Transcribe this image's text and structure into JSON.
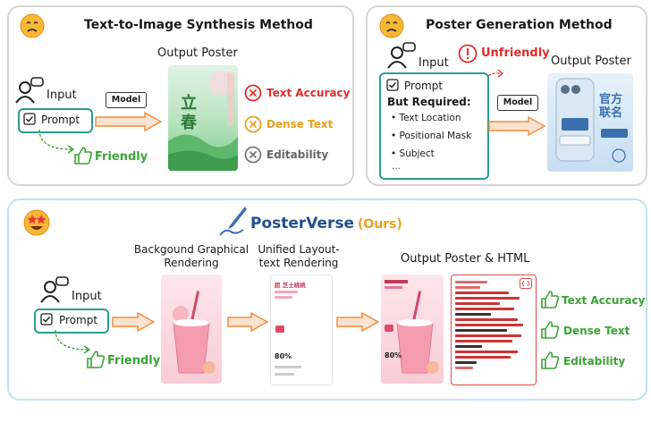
{
  "panel_top_left": {
    "title": "Text-to-Image Synthesis Method",
    "input_label": "Input",
    "prompt_label": "Prompt",
    "model_label": "Model",
    "output_label": "Output Poster",
    "friendly_label": "Friendly",
    "poster_text": "立\n春",
    "issues": [
      "Text Accuracy",
      "Dense Text",
      "Editability"
    ]
  },
  "panel_top_right": {
    "title": "Poster Generation Method",
    "input_label": "Input",
    "unfriendly_label": "Unfriendly",
    "prompt_label": "Prompt",
    "but_required": "But Required:",
    "requirements": [
      "Text Location",
      "Positional Mask",
      "Subject",
      "..."
    ],
    "model_label": "Model",
    "output_label": "Output Poster",
    "poster_text": "官方\n联名"
  },
  "panel_bottom": {
    "title": "PosterVerse",
    "ours": "(Ours)",
    "input_label": "Input",
    "prompt_label": "Prompt",
    "friendly_label": "Friendly",
    "step1_label": "Backgound Graphical\nRendering",
    "step2_label": "Unified Layout-\ntext Rendering",
    "output_label": "Output Poster & HTML",
    "poster_big_text": "80%",
    "poster_title": "超 芝士桃桃",
    "benefits": [
      "Text Accuracy",
      "Dense Text",
      "Editability"
    ]
  },
  "colors": {
    "teal": "#2a9d8f",
    "green": "#3aa335",
    "red": "#e02c2c",
    "orange": "#e8a020",
    "arrow_fill": "#fbe3cf",
    "arrow_stroke": "#f08a3c",
    "brand_blue": "#3b6fb0"
  }
}
